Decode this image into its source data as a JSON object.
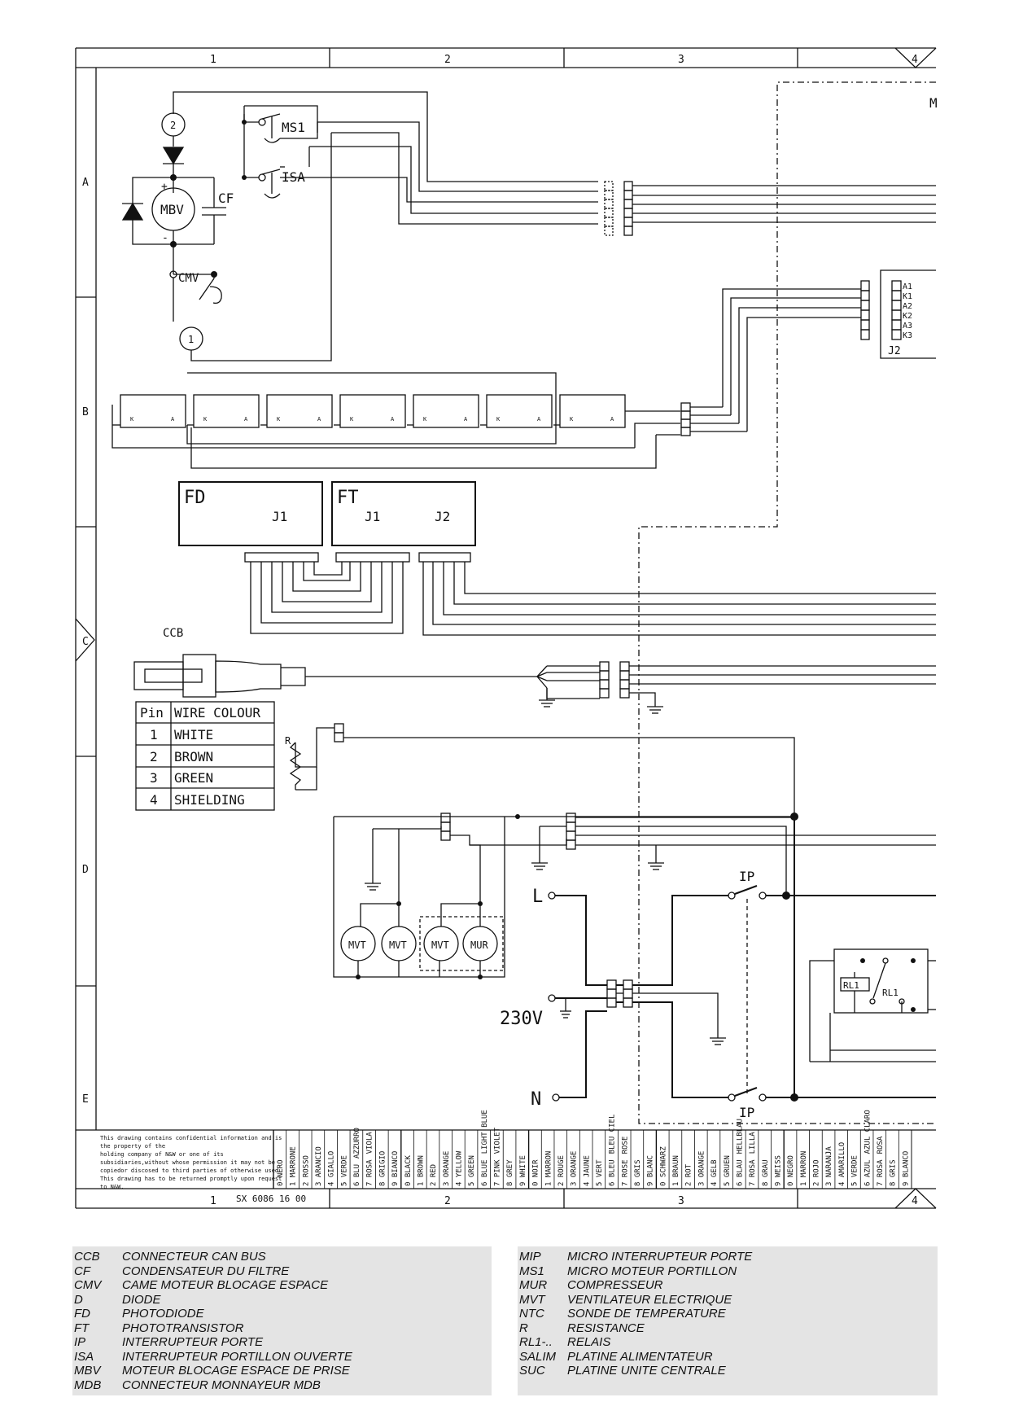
{
  "grid": {
    "columns": [
      "1",
      "2",
      "3",
      "4"
    ],
    "rows": [
      "A",
      "B",
      "C",
      "D",
      "E"
    ],
    "right_edge_label": "M"
  },
  "drawing_number": "SX 6086 16 00",
  "components": {
    "motor_mbv": "MBV",
    "capacitor_cf": "CF",
    "switch_ms1": "MS1",
    "switch_isa": "ISA",
    "cam_cmv": "CMV",
    "circle_2": "2",
    "circle_1": "1",
    "board_fd": "FD",
    "board_ft": "FT",
    "connector_j1": "J1",
    "connector_j2": "J2",
    "relay_connector": "J2",
    "can_bus": "CCB",
    "resistor": "R",
    "fans": [
      "MVT",
      "MVT",
      "MVT"
    ],
    "compressor": "MUR",
    "door_switch": "IP",
    "relay": "RL1",
    "relay_contact": "RL1",
    "mains_voltage": "230V",
    "line": "L",
    "neutral": "N",
    "plus": "+",
    "minus": "-",
    "led_k": "K",
    "led_a": "A"
  },
  "relay_pins": [
    "A1",
    "K1",
    "A2",
    "K2",
    "A3",
    "K3"
  ],
  "ccb_table": {
    "headers": [
      "Pin",
      "WIRE COLOUR"
    ],
    "rows": [
      [
        "1",
        "WHITE"
      ],
      [
        "2",
        "BROWN"
      ],
      [
        "3",
        "GREEN"
      ],
      [
        "4",
        "SHIELDING"
      ]
    ]
  },
  "confidential_notice": [
    "This drawing contains confidential information and is",
    "the property of the",
    "holding company of N&W or one of its",
    "subsidiaries,without whose permission it may not be",
    "copiedor discosed to third parties of otherwise used.",
    "This drawing has to be returned promptly upon request",
    "to N&W."
  ],
  "color_tables": [
    {
      "language": "Italian",
      "rows": [
        [
          "0",
          "NERO"
        ],
        [
          "1",
          "MARRONE"
        ],
        [
          "2",
          "ROSSO"
        ],
        [
          "3",
          "ARANCIO"
        ],
        [
          "4",
          "GIALLO"
        ],
        [
          "5",
          "VERDE"
        ],
        [
          "6",
          "BLU",
          "AZZURRO"
        ],
        [
          "7",
          "ROSA",
          "VIOLA"
        ],
        [
          "8",
          "GRIGIO"
        ],
        [
          "9",
          "BIANCO"
        ]
      ]
    },
    {
      "language": "English",
      "rows": [
        [
          "0",
          "BLACK"
        ],
        [
          "1",
          "BROWN"
        ],
        [
          "2",
          "RED"
        ],
        [
          "3",
          "ORANGE"
        ],
        [
          "4",
          "YELLOW"
        ],
        [
          "5",
          "GREEN"
        ],
        [
          "6",
          "BLUE",
          "LIGHT BLUE"
        ],
        [
          "7",
          "PINK",
          "VIOLET"
        ],
        [
          "8",
          "GREY"
        ],
        [
          "9",
          "WHITE"
        ]
      ]
    },
    {
      "language": "French",
      "rows": [
        [
          "0",
          "NOIR"
        ],
        [
          "1",
          "MARRON"
        ],
        [
          "2",
          "ROUGE"
        ],
        [
          "3",
          "ORANGE"
        ],
        [
          "4",
          "JAUNE"
        ],
        [
          "5",
          "VERT"
        ],
        [
          "6",
          "BLEU",
          "BLEU CIEL"
        ],
        [
          "7",
          "ROSE",
          "ROSE"
        ],
        [
          "8",
          "GRIS"
        ],
        [
          "9",
          "BLANC"
        ]
      ]
    },
    {
      "language": "German",
      "rows": [
        [
          "0",
          "SCHWARZ"
        ],
        [
          "1",
          "BRAUN"
        ],
        [
          "2",
          "ROT"
        ],
        [
          "3",
          "ORANGE"
        ],
        [
          "4",
          "GELB"
        ],
        [
          "5",
          "GRUEN"
        ],
        [
          "6",
          "BLAU",
          "HELLBLAU"
        ],
        [
          "7",
          "ROSA",
          "LILLA"
        ],
        [
          "8",
          "GRAU"
        ],
        [
          "9",
          "WEISS"
        ]
      ]
    },
    {
      "language": "Spanish",
      "rows": [
        [
          "0",
          "NEGRO"
        ],
        [
          "1",
          "MARRON"
        ],
        [
          "2",
          "ROJO"
        ],
        [
          "3",
          "NARANJA"
        ],
        [
          "4",
          "AMARILLO"
        ],
        [
          "5",
          "VERDE"
        ],
        [
          "6",
          "AZUL",
          "AZUL CLARO"
        ],
        [
          "7",
          "ROSA",
          "ROSA"
        ],
        [
          "8",
          "GRIS"
        ],
        [
          "9",
          "BLANCO"
        ]
      ]
    }
  ],
  "legend_left": [
    {
      "code": "CCB",
      "desc": "CONNECTEUR CAN BUS"
    },
    {
      "code": "CF",
      "desc": "CONDENSATEUR DU FILTRE"
    },
    {
      "code": "CMV",
      "desc": "CAME MOTEUR BLOCAGE ESPACE"
    },
    {
      "code": "D",
      "desc": "DIODE"
    },
    {
      "code": "FD",
      "desc": "PHOTODIODE"
    },
    {
      "code": "FT",
      "desc": "PHOTOTRANSISTOR"
    },
    {
      "code": "IP",
      "desc": "INTERRUPTEUR PORTE"
    },
    {
      "code": "ISA",
      "desc": "INTERRUPTEUR PORTILLON OUVERTE"
    },
    {
      "code": "MBV",
      "desc": "MOTEUR BLOCAGE ESPACE DE PRISE"
    },
    {
      "code": "MDB",
      "desc": "CONNECTEUR  MONNAYEUR MDB"
    }
  ],
  "legend_right": [
    {
      "code": "MIP",
      "desc": "MICRO INTERRUPTEUR PORTE"
    },
    {
      "code": "MS1",
      "desc": "MICRO MOTEUR PORTILLON"
    },
    {
      "code": "MUR",
      "desc": "COMPRESSEUR"
    },
    {
      "code": "MVT",
      "desc": "VENTILATEUR ELECTRIQUE"
    },
    {
      "code": "NTC",
      "desc": "SONDE DE TEMPERATURE"
    },
    {
      "code": "R",
      "desc": "RESISTANCE"
    },
    {
      "code": "RL1-..",
      "desc": "RELAIS"
    },
    {
      "code": "SALIM",
      "desc": "PLATINE ALIMENTATEUR"
    },
    {
      "code": "SUC",
      "desc": "PLATINE UNITE CENTRALE"
    }
  ]
}
